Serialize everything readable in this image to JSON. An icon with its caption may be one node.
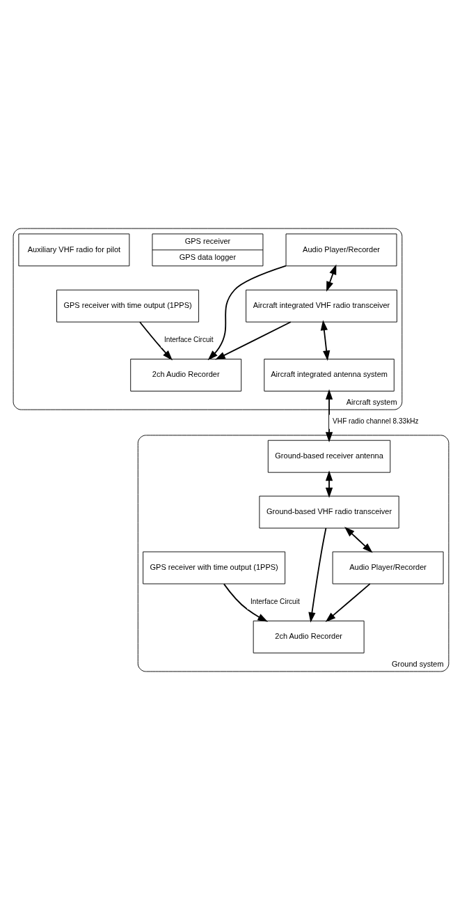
{
  "diagram": {
    "nodes": [
      {
        "text": [
          "Aircraft system"
        ]
      },
      {
        "text": [
          "Audio Player/Recorder"
        ],
        "in": 0
      },
      {
        "text": [
          "GPS receiver with time output (1PPS)"
        ],
        "in": 0
      },
      {
        "text": [
          "2ch Audio Recorder"
        ],
        "in": 0
      },
      {
        "text": [
          "Aircraft integrated VHF radio transceiver"
        ],
        "in": 0
      },
      {
        "text": [
          "GPS receiver",
          "GPS data logger"
        ],
        "in": 0
      },
      {
        "text": [
          "Aircraft integrated antenna system"
        ],
        "in": 0
      },
      {
        "text": [
          "Auxiliary VHF radio for pilot"
        ],
        "in": 0
      },
      {
        "text": [
          "Ground system"
        ]
      },
      {
        "text": [
          "Ground-based receiver antenna"
        ],
        "in": 8
      },
      {
        "text": [
          "Ground-based VHF radio transceiver"
        ],
        "in": 8
      },
      {
        "text": [
          "2ch Audio Recorder"
        ],
        "in": 8
      },
      {
        "text": [
          "Audio Player/Recorder"
        ],
        "in": 8
      },
      {
        "text": [
          "GPS receiver with time output (1PPS)"
        ],
        "in": 8
      }
    ],
    "edges": [
      {
        "from": 1,
        "to": 4,
        "arrow": "both"
      },
      {
        "from": 1,
        "to": 3,
        "arrow": "to"
      },
      {
        "from": 2,
        "to": 3,
        "arrow": "to",
        "label": "Interface Circuit"
      },
      {
        "from": 4,
        "to": 3,
        "arrow": "to"
      },
      {
        "from": 4,
        "to": 6,
        "arrow": "both"
      },
      {
        "from": 6,
        "to": 9,
        "arrow": "both",
        "label": "VHF radio channel 8.33kHz"
      },
      {
        "from": 9,
        "to": 10,
        "arrow": "both"
      },
      {
        "from": 10,
        "to": 11,
        "arrow": "to"
      },
      {
        "from": 10,
        "to": 12,
        "arrow": "both"
      },
      {
        "from": 12,
        "to": 11,
        "arrow": "to"
      },
      {
        "from": 13,
        "to": 11,
        "arrow": "to",
        "label": "Interface Circuit"
      }
    ]
  }
}
